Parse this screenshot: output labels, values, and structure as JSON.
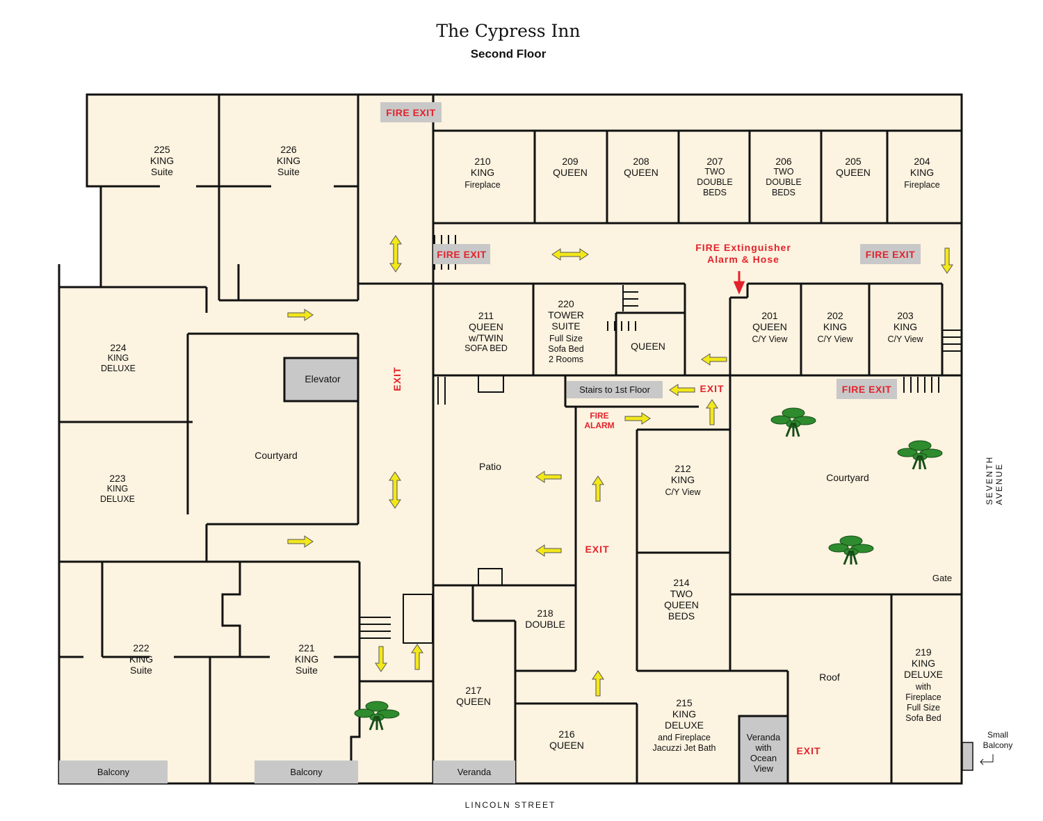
{
  "title": "The Cypress Inn",
  "subtitle": "Second Floor",
  "rooms": {
    "r225": [
      "225",
      "KING",
      "Suite"
    ],
    "r226": [
      "226",
      "KING",
      "Suite"
    ],
    "r210": [
      "210",
      "KING",
      "Fireplace"
    ],
    "r209": [
      "209",
      "QUEEN"
    ],
    "r208": [
      "208",
      "QUEEN"
    ],
    "r207": [
      "207",
      "TWO",
      "DOUBLE",
      "BEDS"
    ],
    "r206": [
      "206",
      "TWO",
      "DOUBLE",
      "BEDS"
    ],
    "r205": [
      "205",
      "QUEEN"
    ],
    "r204": [
      "204",
      "KING",
      "Fireplace"
    ],
    "r211": [
      "211",
      "QUEEN",
      "w/TWIN",
      "SOFA BED"
    ],
    "r220": [
      "220",
      "TOWER",
      "SUITE",
      "Full Size",
      "Sofa Bed",
      "2 Rooms"
    ],
    "rq": [
      "QUEEN"
    ],
    "r201": [
      "201",
      "QUEEN",
      "C/Y View"
    ],
    "r202": [
      "202",
      "KING",
      "C/Y View"
    ],
    "r203": [
      "203",
      "KING",
      "C/Y View"
    ],
    "r224": [
      "224",
      "KING",
      "DELUXE"
    ],
    "r223": [
      "223",
      "KING",
      "DELUXE"
    ],
    "r222": [
      "222",
      "KING",
      "Suite"
    ],
    "r221": [
      "221",
      "KING",
      "Suite"
    ],
    "r212": [
      "212",
      "KING",
      "C/Y View"
    ],
    "r214": [
      "214",
      "TWO",
      "QUEEN",
      "BEDS"
    ],
    "r218": [
      "218",
      "DOUBLE"
    ],
    "r217": [
      "217",
      "QUEEN"
    ],
    "r216": [
      "216",
      "QUEEN"
    ],
    "r215": [
      "215",
      "KING",
      "DELUXE",
      "and Fireplace",
      "Jacuzzi Jet Bath"
    ],
    "r219": [
      "219",
      "KING",
      "DELUXE",
      "with",
      "Fireplace",
      "Full Size",
      "Sofa Bed"
    ]
  },
  "areas": {
    "elevator": "Elevator",
    "courtyard_left": "Courtyard",
    "patio": "Patio",
    "courtyard_right": "Courtyard",
    "gate": "Gate",
    "roof": "Roof",
    "veranda_ocean": [
      "Veranda",
      "with",
      "Ocean",
      "View"
    ],
    "balcony1": "Balcony",
    "balcony2": "Balcony",
    "veranda": "Veranda",
    "stairs": "Stairs to 1st Floor",
    "small_balcony": [
      "Small",
      "Balcony"
    ]
  },
  "signs": {
    "fire_exit": "FIRE EXIT",
    "exit": "EXIT",
    "fire_ext": [
      "FIRE Extinguisher",
      "Alarm & Hose"
    ],
    "fire_alarm": [
      "FIRE",
      "ALARM"
    ]
  },
  "streets": {
    "bottom": "LINCOLN STREET",
    "right": "SEVENTH AVENUE"
  },
  "colors": {
    "floor": "#fcf3e0",
    "wall": "#111111",
    "gray": "#c8c8c8",
    "red": "#e3222b",
    "arrow": "#f3e81a",
    "tree": "#2e8b2e"
  }
}
